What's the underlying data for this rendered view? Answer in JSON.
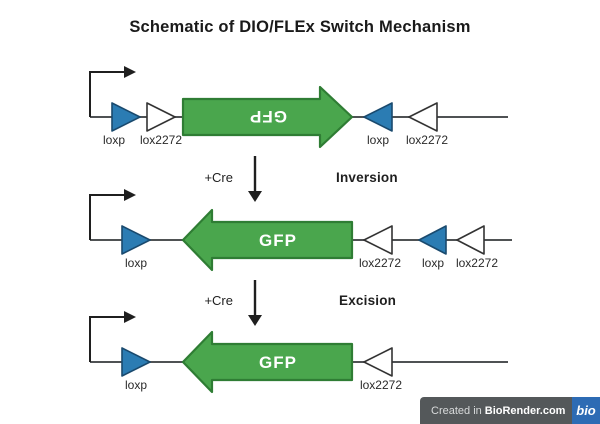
{
  "title": "Schematic of DIO/FLEx Switch Mechanism",
  "constructs": [
    {
      "id": "initial-dio-construct",
      "gene": "GFP",
      "gene_arrow_direction": "right",
      "gene_label_rotated": true,
      "sites": [
        "loxp",
        "lox2272",
        "loxp",
        "lox2272"
      ]
    },
    {
      "id": "after-inversion-construct",
      "gene": "GFP",
      "gene_arrow_direction": "left",
      "gene_label_rotated": false,
      "sites": [
        "loxp",
        "lox2272",
        "loxp",
        "lox2272"
      ]
    },
    {
      "id": "after-excision-construct",
      "gene": "GFP",
      "gene_arrow_direction": "left",
      "gene_label_rotated": false,
      "sites": [
        "loxp",
        "lox2272"
      ]
    }
  ],
  "steps": [
    {
      "reagent": "+Cre",
      "result": "Inversion"
    },
    {
      "reagent": "+Cre",
      "result": "Excision"
    }
  ],
  "badge": {
    "prefix": "Created in",
    "brand": "BioRender.com",
    "logo": "bio"
  },
  "colors": {
    "gene_fill": "#4AA64D",
    "gene_stroke": "#2F7D34",
    "lox_blue": "#2B7CB3",
    "lox_blue_stroke": "#1A4A6E",
    "lox_white": "#FFFFFF",
    "lox_white_stroke": "#333333",
    "line": "#4F5254",
    "arrow_black": "#1F1F1F",
    "badge_bg": "#54585A",
    "badge_text": "#D8DADB",
    "badge_brand": "#FFFFFF",
    "logo_bg": "#2D6BB4"
  }
}
